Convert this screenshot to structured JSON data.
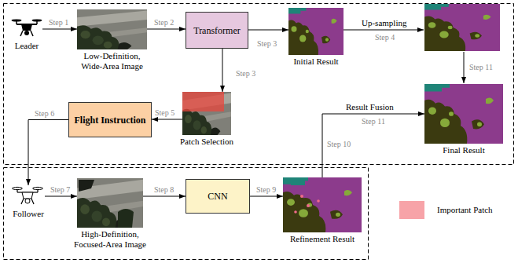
{
  "diagram": {
    "nodes": [
      {
        "text": [
          "Leader"
        ]
      },
      {
        "text": [
          "Low-Definition, Wide-Area Image"
        ]
      },
      {
        "text": [
          "Transformer"
        ]
      },
      {
        "text": [
          "Initial Result"
        ]
      },
      {
        "text": [
          "Flight Instruction"
        ]
      },
      {
        "text": [
          "Patch Selection"
        ]
      },
      {
        "text": [
          "Final Result"
        ]
      },
      {
        "text": [
          "Follower"
        ]
      },
      {
        "text": [
          "High-Definition, Focused-Area Image"
        ]
      },
      {
        "text": [
          "CNN"
        ]
      },
      {
        "text": [
          "Refinement Result"
        ]
      }
    ],
    "edges": [
      {
        "from": 0,
        "to": 1,
        "label": "Step 1",
        "arrow": "to"
      },
      {
        "from": 1,
        "to": 2,
        "label": "Step 2",
        "arrow": "to"
      },
      {
        "from": 2,
        "to": 3,
        "label": "Step 3",
        "arrow": "to"
      },
      {
        "from": 2,
        "to": 5,
        "label": "Step 3",
        "arrow": "to"
      },
      {
        "from": 5,
        "to": 4,
        "label": "Step 5",
        "arrow": "to"
      },
      {
        "from": 4,
        "to": 7,
        "label": "Step 6",
        "arrow": "to"
      },
      {
        "from": 7,
        "to": 8,
        "label": "Step 7",
        "arrow": "to"
      },
      {
        "from": 8,
        "to": 9,
        "label": "Step 8",
        "arrow": "to"
      },
      {
        "from": 9,
        "to": 10,
        "label": "Step 9",
        "arrow": "to"
      },
      {
        "from": 10,
        "to": 6,
        "label": "Step 10",
        "arrow": "to"
      }
    ],
    "labels": [
      "Up-sampling",
      "Step 4",
      "Step 11",
      "Result Fusion",
      "Step 11"
    ],
    "legend": [
      {
        "text": "Important Patch",
        "color": "#f7a3a8"
      }
    ]
  }
}
